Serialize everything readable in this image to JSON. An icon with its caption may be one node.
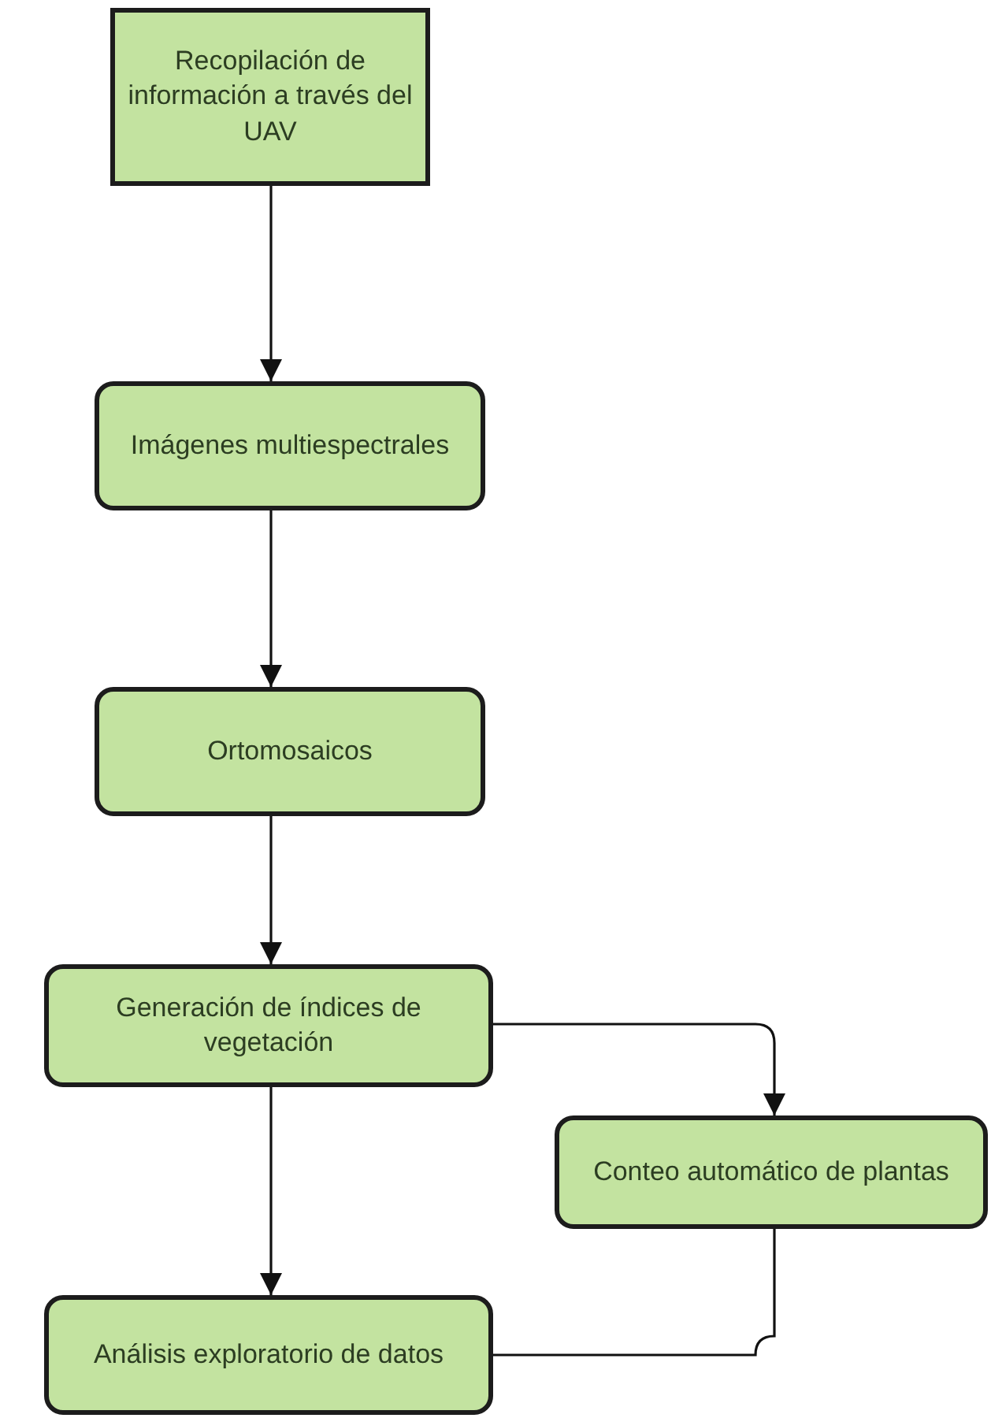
{
  "diagram": {
    "nodes": [
      {
        "text": [
          "Recopilación de información a través del UAV"
        ]
      },
      {
        "text": [
          "Imágenes multiespectrales"
        ]
      },
      {
        "text": [
          "Ortomosaicos"
        ]
      },
      {
        "text": [
          "Generación de índices de vegetación"
        ]
      },
      {
        "text": [
          "Análisis exploratorio de datos"
        ]
      },
      {
        "text": [
          "Conteo automático de plantas"
        ]
      }
    ],
    "edges": [
      {
        "from": 0,
        "to": 1,
        "arrow": "to"
      },
      {
        "from": 1,
        "to": 2,
        "arrow": "to"
      },
      {
        "from": 2,
        "to": 3,
        "arrow": "to"
      },
      {
        "from": 3,
        "to": 4,
        "arrow": "to"
      },
      {
        "from": 3,
        "to": 5,
        "arrow": "to"
      },
      {
        "from": 5,
        "to": 4,
        "arrow": "none"
      }
    ]
  }
}
